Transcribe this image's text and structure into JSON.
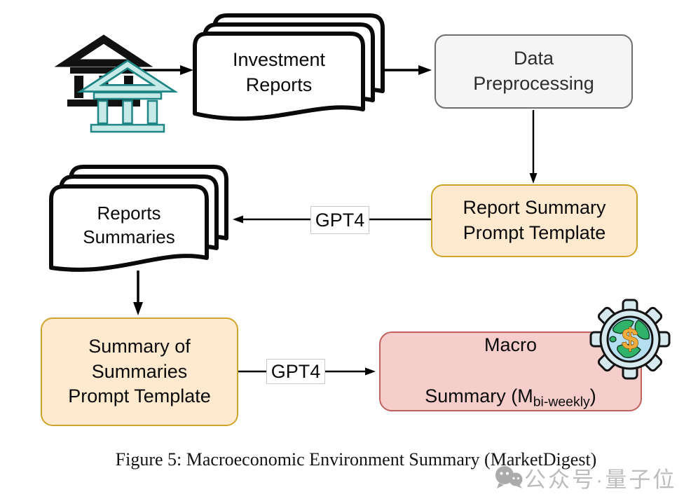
{
  "figure": {
    "caption": "Figure 5: Macroeconomic Environment Summary (MarketDigest)"
  },
  "nodes": {
    "investment_reports": "Investment\nReports",
    "data_preprocessing": "Data\nPreprocessing",
    "report_summary_prompt": "Report Summary\nPrompt Template",
    "reports_summaries": "Reports\nSummaries",
    "summary_of_summaries_prompt": "Summary of\nSummaries\nPrompt Template",
    "macro_summary": {
      "line1": "Macro",
      "line2_prefix": "Summary (M",
      "line2_subscript": "bi-weekly",
      "line2_suffix": ")"
    }
  },
  "edges": {
    "gpt4_top": "GPT4",
    "gpt4_bottom": "GPT4"
  },
  "icons": {
    "dollar_glyph": "$"
  },
  "colors": {
    "template_fill": "#FFE9CF",
    "template_border": "#CFA42B",
    "output_fill": "#F5CECB",
    "output_border": "#BF625E",
    "process_fill": "#F5F5F5",
    "process_border": "#6E6E6E",
    "bank_teal_fill": "#C7EAE8",
    "bank_teal_stroke": "#1F8585",
    "arrow_black": "#000000"
  },
  "watermark": {
    "text": "公众号·量子位"
  }
}
